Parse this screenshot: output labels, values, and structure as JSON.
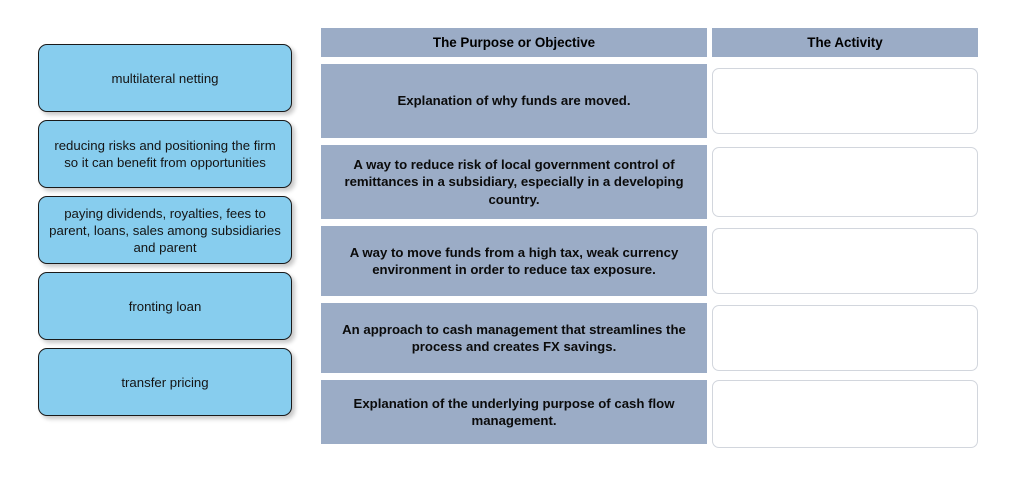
{
  "background_color": "#ffffff",
  "colors": {
    "tile_fill": "#87cdee",
    "tile_border": "#1a1a1a",
    "table_cell_fill": "#9bacc6",
    "dropzone_fill": "#ffffff",
    "dropzone_border": "#d2d6dd",
    "text": "#0b0b0b"
  },
  "drag_bank": {
    "name": "draggable-answer-tiles",
    "tiles": [
      {
        "label": "multilateral netting"
      },
      {
        "label": "reducing risks and positioning the firm so it can benefit from opportunities"
      },
      {
        "label": "paying dividends, royalties, fees to parent, loans, sales among subsidiaries and parent"
      },
      {
        "label": "fronting loan"
      },
      {
        "label": "transfer pricing"
      }
    ]
  },
  "match_table": {
    "headers": {
      "purpose": "The Purpose or Objective",
      "activity": "The Activity"
    },
    "rows": [
      {
        "purpose": "Explanation of why funds are moved.",
        "activity": ""
      },
      {
        "purpose": "A way to reduce risk of local government control of remittances in a subsidiary, especially in a developing country.",
        "activity": ""
      },
      {
        "purpose": "A way to move funds from a high tax, weak currency environment in order to reduce tax exposure.",
        "activity": ""
      },
      {
        "purpose": "An approach to cash management that streamlines the process and creates FX savings.",
        "activity": ""
      },
      {
        "purpose": "Explanation of the underlying purpose of cash flow management.",
        "activity": ""
      }
    ]
  }
}
